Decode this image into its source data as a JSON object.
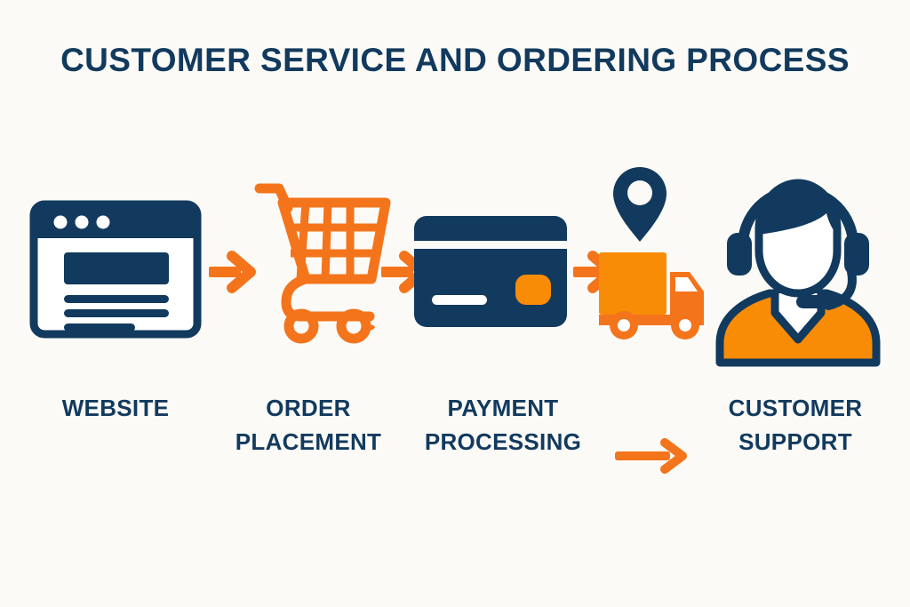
{
  "page": {
    "title": "CUSTOMER SERVICE AND ORDERING PROCESS",
    "background_color": "#FBFAF6"
  },
  "colors": {
    "navy": "#123A5E",
    "orange": "#F57F17",
    "orange_bright": "#F98C07",
    "white": "#FFFFFF",
    "background": "#FBFAF6"
  },
  "diagram": {
    "type": "process-flow",
    "orientation": "horizontal",
    "step_count": 4,
    "steps": [
      {
        "index": 1,
        "label_line1": "WEBSITE",
        "label_line2": "",
        "icon": "browser-window-icon",
        "icon_color": "#123A5E"
      },
      {
        "index": 2,
        "label_line1": "ORDER",
        "label_line2": "PLACEMENT",
        "icon": "shopping-cart-icon",
        "icon_color": "#F57F17"
      },
      {
        "index": 3,
        "label_line1": "PAYMENT",
        "label_line2": "PROCESSING",
        "icon": "credit-card-icon",
        "icon_color": "#123A5E"
      },
      {
        "index": 4,
        "label_line1": "CUSTOMER",
        "label_line2": "SUPPORT",
        "icon": "customer-support-agent-icon",
        "icon_color": "#123A5E"
      }
    ],
    "connectors": [
      {
        "index": 1,
        "from": "WEBSITE",
        "to": "ORDER PLACEMENT",
        "icon": "arrow-right-icon",
        "color": "#F57F17",
        "row": "icons"
      },
      {
        "index": 2,
        "from": "ORDER PLACEMENT",
        "to": "PAYMENT PROCESSING",
        "icon": "arrow-right-icon",
        "color": "#F57F17",
        "row": "icons"
      },
      {
        "index": 3,
        "from": "PAYMENT PROCESSING",
        "to": "DELIVERY",
        "icon": "arrow-right-icon",
        "color": "#F57F17",
        "row": "icons"
      },
      {
        "index": 4,
        "from": "PAYMENT PROCESSING",
        "to": "CUSTOMER SUPPORT",
        "icon": "arrow-right-long-icon",
        "color": "#F57F17",
        "row": "labels"
      }
    ],
    "extra_icons": [
      {
        "name": "delivery-truck-icon",
        "color": "#F57F17",
        "note": "delivery truck between payment and support"
      },
      {
        "name": "map-pin-icon",
        "color": "#123A5E",
        "note": "location pin above the delivery truck"
      }
    ]
  }
}
